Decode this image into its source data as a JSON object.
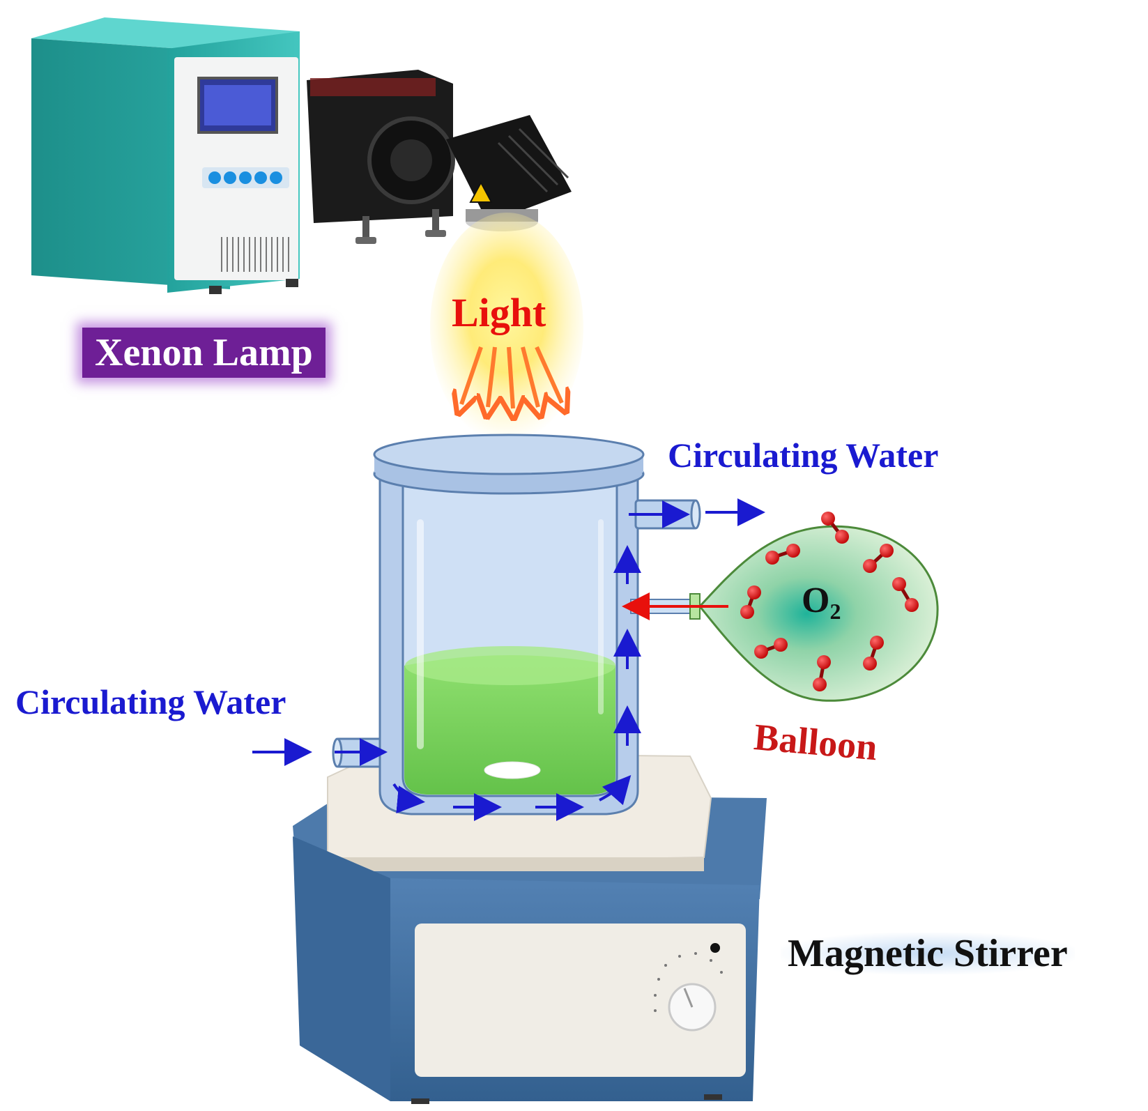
{
  "labels": {
    "xenon_lamp": "Xenon Lamp",
    "light": "Light",
    "circulating_water_outlet": "Circulating Water",
    "circulating_water_inlet": "Circulating Water",
    "balloon": "Balloon",
    "magnetic_stirrer": "Magnetic Stirrer",
    "o2_base": "O",
    "o2_subscript": "2"
  },
  "colors": {
    "water_flow_arrows": "#1a1ad0",
    "oxygen_inflow_arrow": "#e8100c",
    "xenon_label_bg": "#6e1f96",
    "reaction_solution": "#7ed35a",
    "lamp_housing": "#2bb3ad",
    "stirrer_body": "#3f6fa3",
    "oxygen_molecule": "#e21a1a"
  },
  "icons": [
    "xenon-lamp-device",
    "light-beam-arrows",
    "jacketed-reactor-beaker",
    "oxygen-balloon",
    "magnetic-stirrer-device",
    "stir-bar"
  ]
}
